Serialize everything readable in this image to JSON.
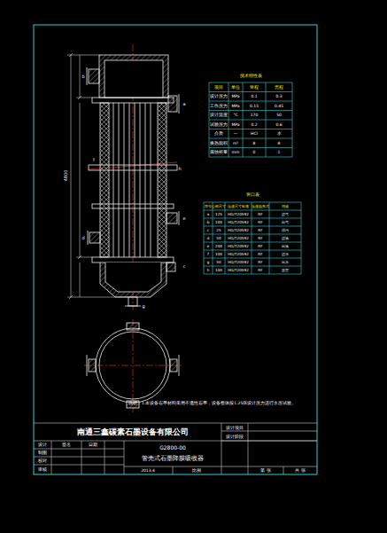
{
  "diagram": {
    "labels": [
      "技术特性表",
      "项目",
      "单位",
      "管程",
      "壳程",
      "设计压力",
      "MPa",
      "0.1",
      "0.3",
      "工作压力",
      "MPa",
      "0.15",
      "0.45",
      "设计温度",
      "℃",
      "170",
      "50",
      "试验压力",
      "MPa",
      "0.2",
      "0.6",
      "介质",
      "—",
      "HCl",
      "水",
      "换热面积",
      "m²",
      "8",
      "8",
      "腐蚀裕量",
      "mm",
      "0",
      "1",
      "管口表",
      "符号",
      "公称尺寸",
      "连接尺寸标准",
      "连接面形式",
      "用途",
      "a",
      "125",
      "HG/T20592",
      "RF",
      "进气",
      "b",
      "100",
      "HG/T20592",
      "RF",
      "出气",
      "c",
      "25",
      "HG/T20592",
      "RF",
      "排污",
      "d",
      "50",
      "HG/T20592",
      "RF",
      "进液",
      "e",
      "200",
      "HG/T20592",
      "RF",
      "出液",
      "f",
      "100",
      "HG/T20592",
      "RF",
      "进水",
      "g",
      "50",
      "HG/T20592",
      "RF",
      "出水",
      "h",
      "100",
      "HG/T20592",
      "RF",
      "放空",
      "说明：1.本设备石墨材料采用不透性石墨，设备整体按1.25倍设计压力进行水压试验。",
      "南通三鑫碳素石墨设备有限公司",
      "G2800-00",
      "管壳式石墨降膜吸收器",
      "设计",
      "制图",
      "校对",
      "审核",
      "签名",
      "日期",
      "设计项目",
      "设计阶段",
      "2013.4",
      "比例",
      "第 张",
      "共 张",
      "4800",
      "a",
      "b",
      "c",
      "d",
      "e",
      "f",
      "g",
      "h"
    ]
  }
}
